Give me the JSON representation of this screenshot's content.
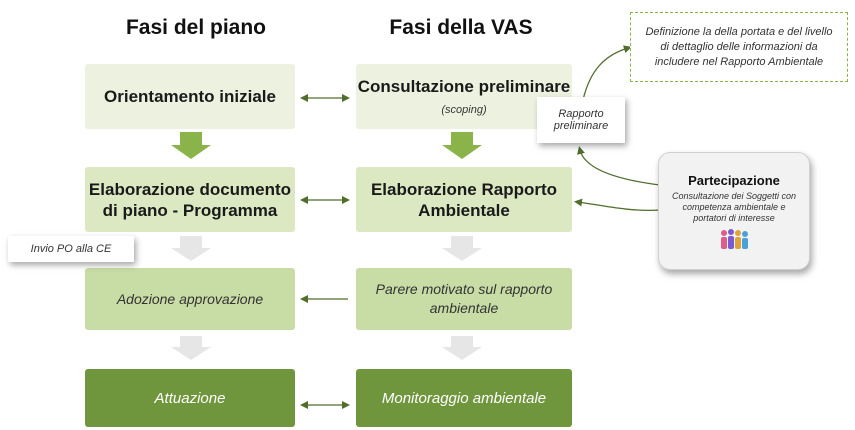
{
  "headings": {
    "left": "Fasi del piano",
    "right": "Fasi della VAS"
  },
  "piano": {
    "step1": "Orientamento iniziale",
    "step2_line1": "Elaborazione documento",
    "step2_line2": "di piano - Programma",
    "step3": "Adozione approvazione",
    "step4": "Attuazione"
  },
  "vas": {
    "step1_title": "Consultazione preliminare",
    "step1_sub": "(scoping)",
    "step2_line1": "Elaborazione Rapporto",
    "step2_line2": "Ambientale",
    "step3_line1": "Parere motivato sul rapporto",
    "step3_line2": "ambientale",
    "step4": "Monitoraggio ambientale"
  },
  "notes": {
    "rapporto_line1": "Rapporto",
    "rapporto_line2": "preliminare",
    "invio": "Invio PO alla CE",
    "definizione_line1": "Definizione la della portata e del livello",
    "definizione_line2": "di dettaglio delle informazioni da",
    "definizione_line3": "includere nel Rapporto Ambientale"
  },
  "partecipazione": {
    "title": "Partecipazione",
    "line1": "Consultazione dei Soggetti con",
    "line2": "competenza ambientale e",
    "line3": "portatori di interesse",
    "icon": "people-group-icon"
  },
  "colors": {
    "box_light": "#edf2e0",
    "box_mid": "#dbe8c2",
    "box_mid2": "#c8dca5",
    "box_dark": "#6f963d",
    "arrow_active": "#8ab34a",
    "arrow_faded": "#e6e6e6",
    "connector": "#4f6e2c"
  }
}
